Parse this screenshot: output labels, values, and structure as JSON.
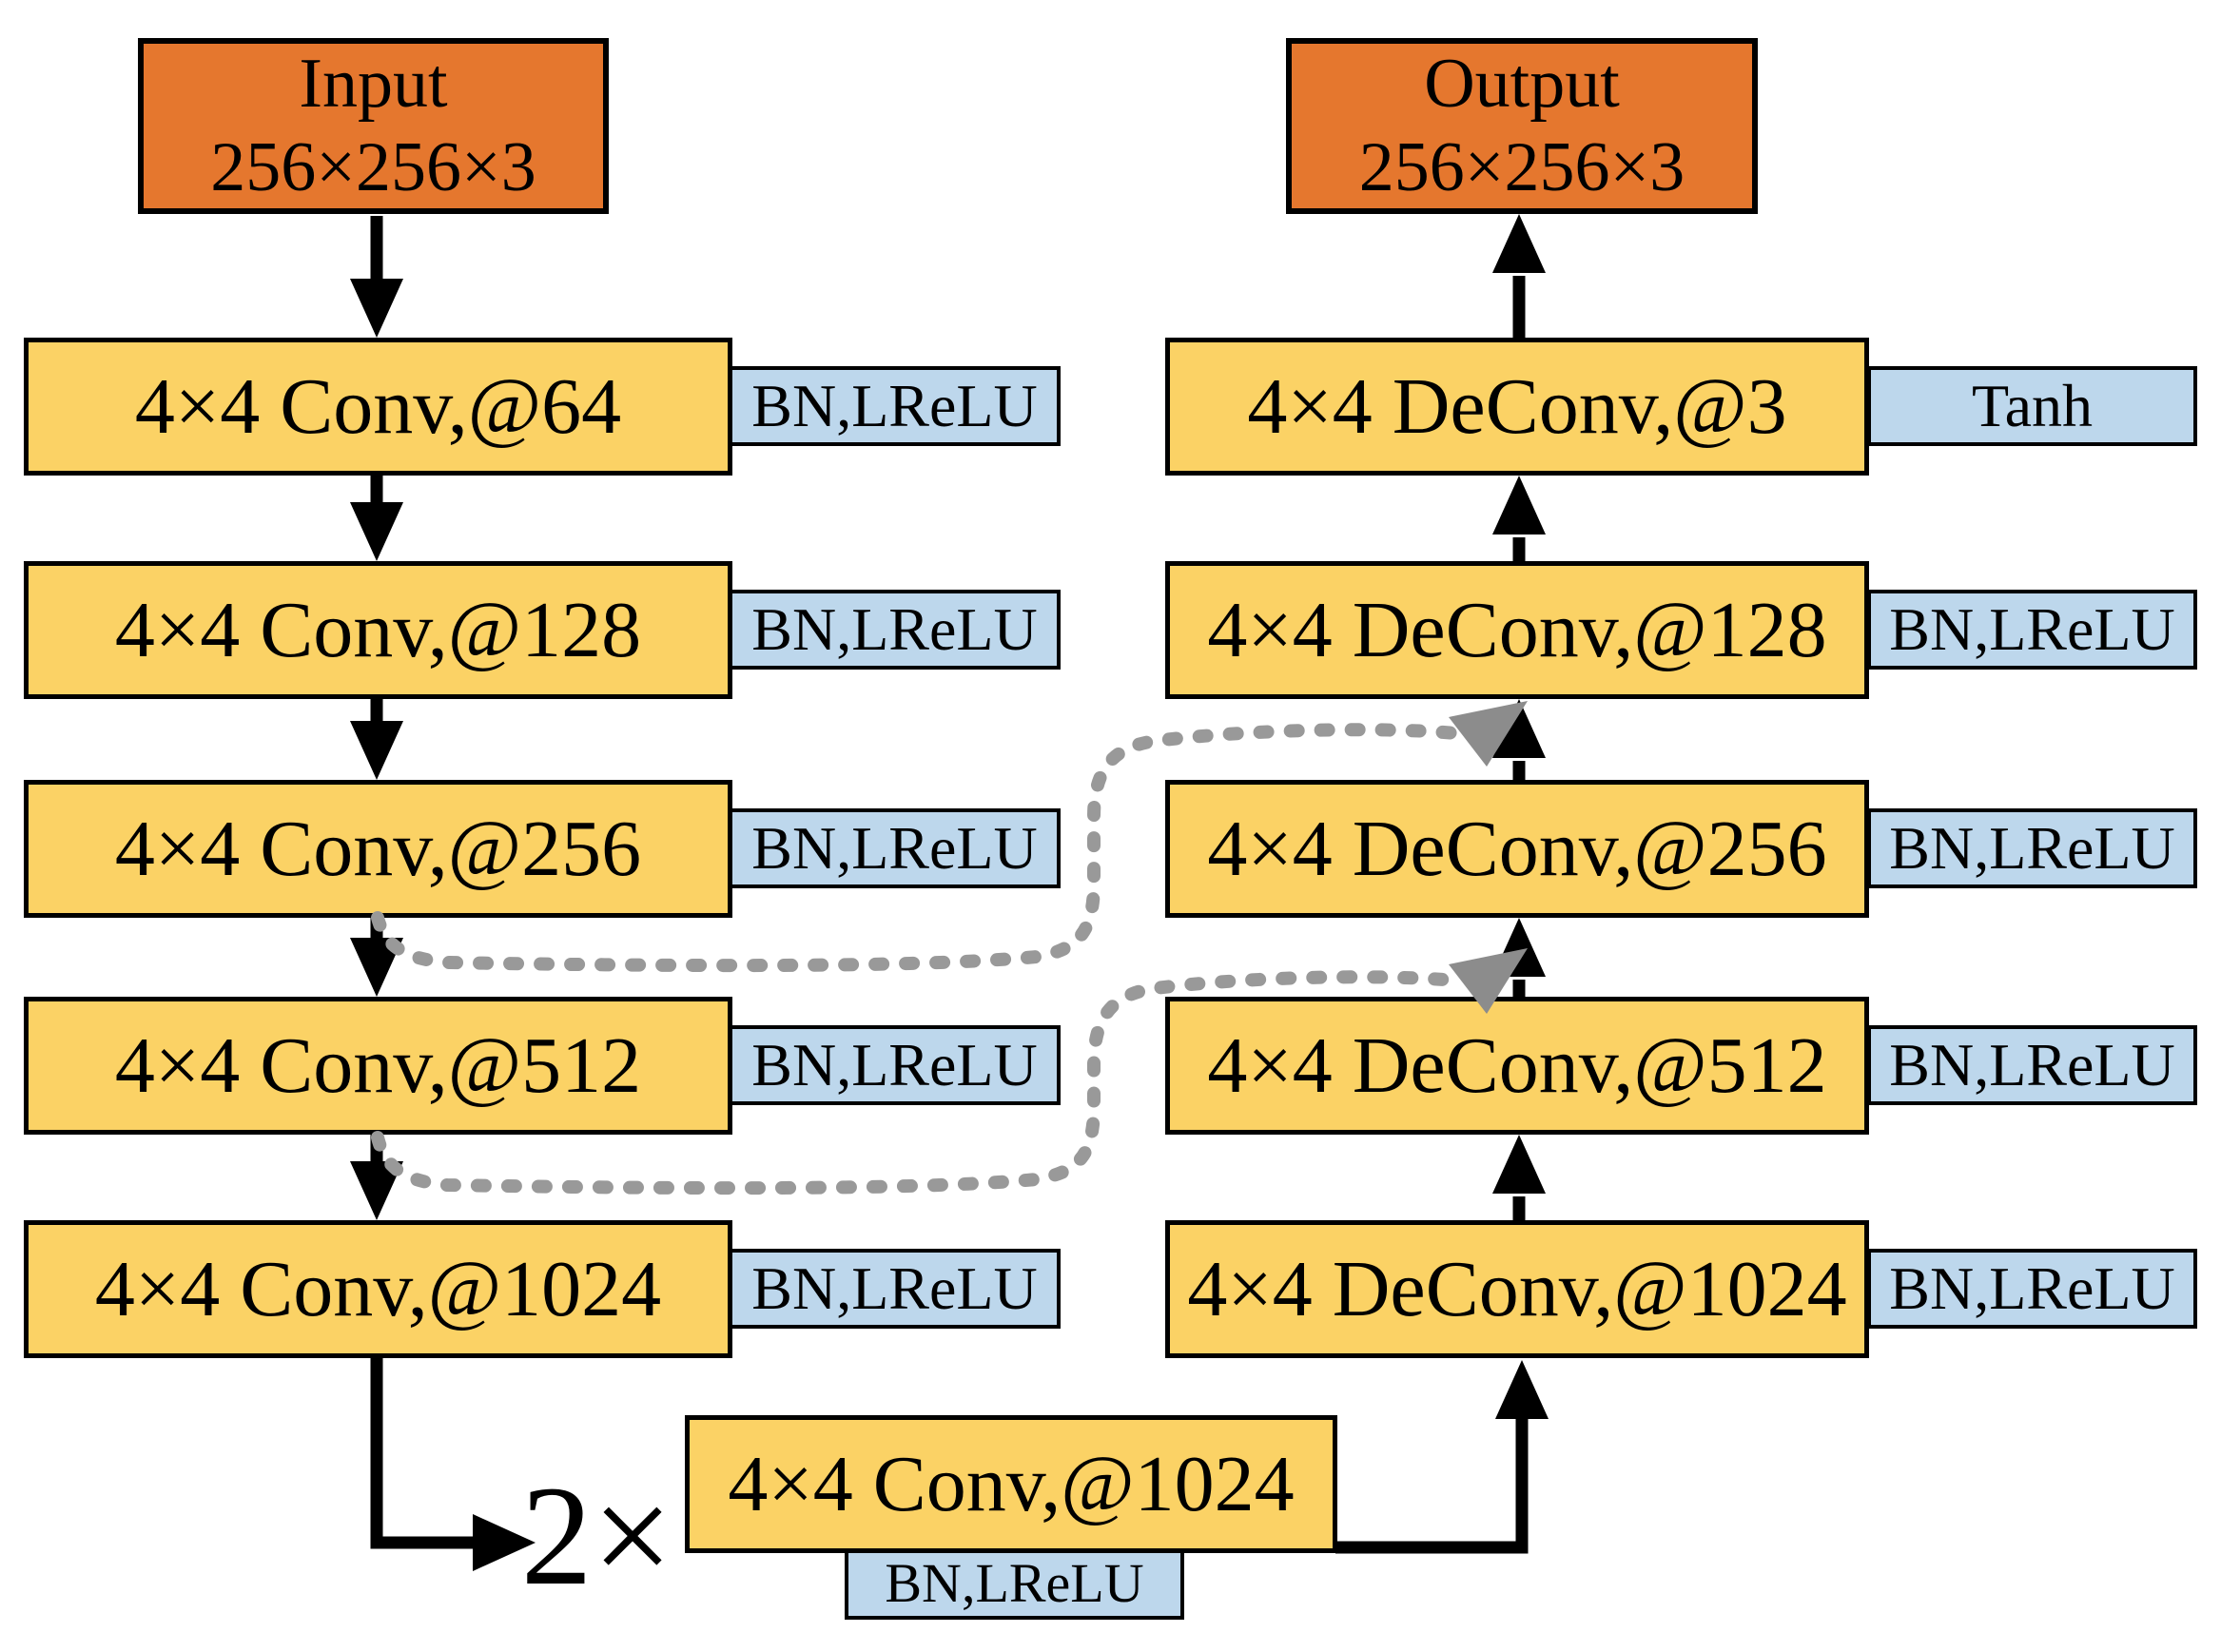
{
  "diagram_type": "cnn-encoder-decoder-architecture",
  "colors": {
    "input_output_fill": "#E5772E",
    "layer_fill": "#FBD265",
    "activation_fill": "#BDD7EC",
    "arrow": "#000000",
    "skip_connection": "#999999"
  },
  "encoder": {
    "input": {
      "title": "Input",
      "size": "256×256×3"
    },
    "layers": [
      {
        "label": "4×4 Conv,@64",
        "activation": "BN,LReLU"
      },
      {
        "label": "4×4 Conv,@128",
        "activation": "BN,LReLU"
      },
      {
        "label": "4×4 Conv,@256",
        "activation": "BN,LReLU"
      },
      {
        "label": "4×4 Conv,@512",
        "activation": "BN,LReLU"
      },
      {
        "label": "4×4 Conv,@1024",
        "activation": "BN,LReLU"
      }
    ]
  },
  "bottleneck": {
    "label": "4×4 Conv,@1024",
    "activation": "BN,LReLU",
    "repeat_label": "2×"
  },
  "decoder": {
    "output": {
      "title": "Output",
      "size": "256×256×3"
    },
    "layers": [
      {
        "label": "4×4 DeConv,@3",
        "activation": "Tanh"
      },
      {
        "label": "4×4 DeConv,@128",
        "activation": "BN,LReLU"
      },
      {
        "label": "4×4 DeConv,@256",
        "activation": "BN,LReLU"
      },
      {
        "label": "4×4 DeConv,@512",
        "activation": "BN,LReLU"
      },
      {
        "label": "4×4 DeConv,@1024",
        "activation": "BN,LReLU"
      }
    ]
  }
}
